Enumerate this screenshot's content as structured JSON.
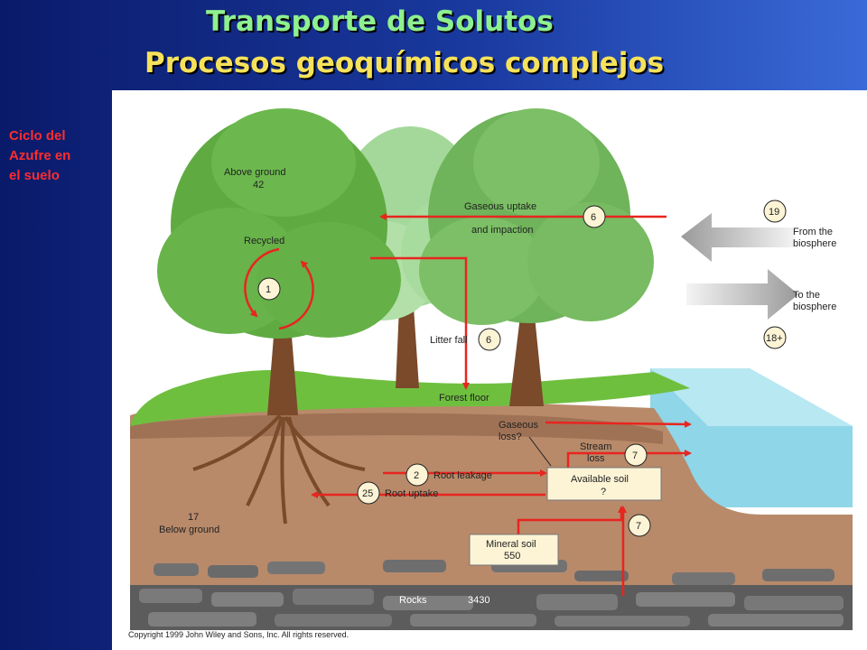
{
  "header": {
    "title": "Transporte de Solutos",
    "subtitle": "Procesos geoquímicos complejos"
  },
  "side_label": [
    "Ciclo del",
    "Azufre en",
    "el suelo"
  ],
  "colors": {
    "title": "#8ef08e",
    "subtitle": "#f6e25a",
    "side_label": "#ff2d2d",
    "arrow": "#e8251f",
    "grass": "#6fbf3f",
    "soil": "#b88a6a",
    "water": "#8fd6e8",
    "rock": "#6b6b6b"
  },
  "diagram": {
    "above_ground": {
      "label": "Above ground",
      "value": "42"
    },
    "recycled": {
      "label": "Recycled",
      "badge": "1"
    },
    "gaseous_uptake": {
      "line1": "Gaseous uptake",
      "line2": "and impaction",
      "badge": "6"
    },
    "from_biosphere": {
      "line1": "From the",
      "line2": "biosphere",
      "badge": "19"
    },
    "to_biosphere": {
      "line1": "To the",
      "line2": "biosphere",
      "badge": "18+"
    },
    "litter_fall": {
      "label": "Litter fall",
      "badge": "6"
    },
    "forest_floor": {
      "label": "Forest floor"
    },
    "gaseous_loss": {
      "line1": "Gaseous",
      "line2": "loss?"
    },
    "stream_loss": {
      "line1": "Stream",
      "line2": "loss",
      "badge": "7"
    },
    "root_leakage": {
      "label": "Root leakage",
      "badge": "2"
    },
    "root_uptake": {
      "label": "Root uptake",
      "badge": "25"
    },
    "available_soil": {
      "line1": "Available soil",
      "line2": "?"
    },
    "below_ground": {
      "value": "17",
      "label": "Below ground"
    },
    "mineral_soil": {
      "line1": "Mineral soil",
      "line2": "550",
      "badge": "7"
    },
    "rocks": {
      "label": "Rocks",
      "value": "3430"
    },
    "copyright": "Copyright 1999 John Wiley and Sons, Inc. All rights reserved."
  }
}
